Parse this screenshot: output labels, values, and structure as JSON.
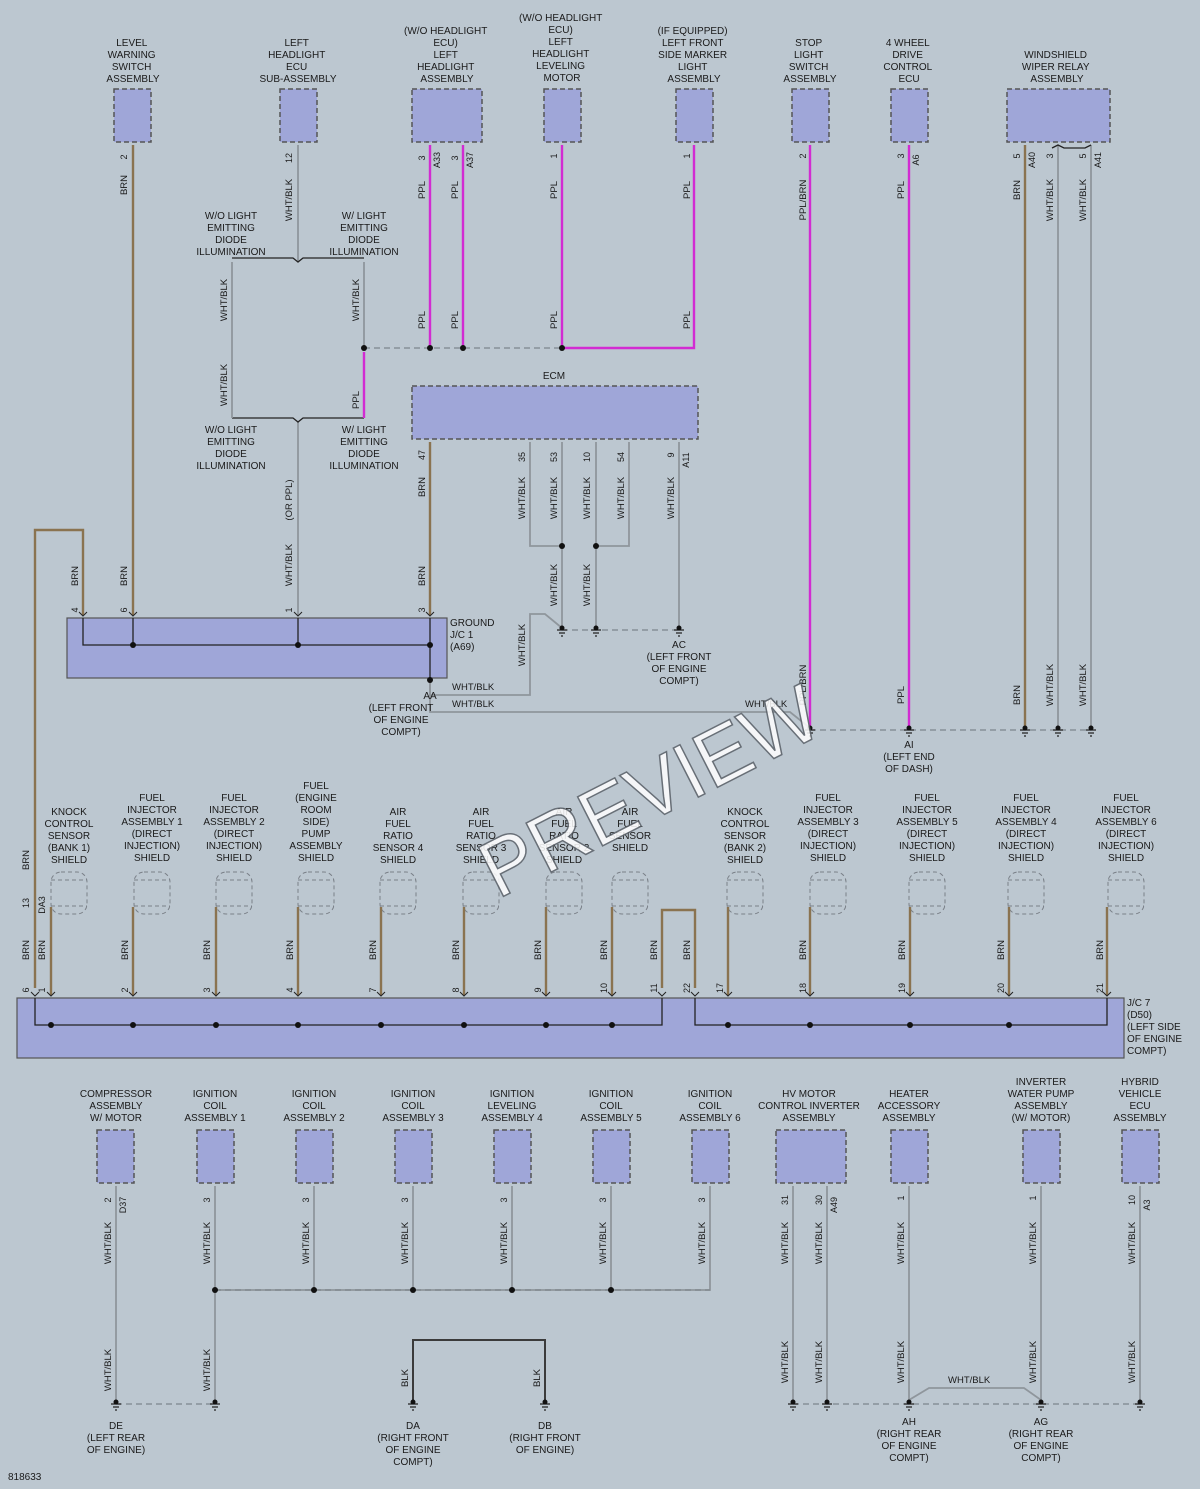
{
  "diagram_id": "818633",
  "watermark": "PREVIEW",
  "top_components": [
    {
      "id": "lvl",
      "lines": [
        "LEVEL",
        "WARNING",
        "SWITCH",
        "ASSEMBLY"
      ]
    },
    {
      "id": "lhecu",
      "lines": [
        "LEFT",
        "HEADLIGHT",
        "ECU",
        "SUB-ASSEMBLY"
      ]
    },
    {
      "id": "lhead",
      "lines": [
        "(W/O HEADLIGHT",
        "ECU)",
        "LEFT",
        "HEADLIGHT",
        "ASSEMBLY"
      ]
    },
    {
      "id": "lhlev",
      "lines": [
        "(W/O HEADLIGHT",
        "ECU)",
        "LEFT",
        "HEADLIGHT",
        "LEVELING",
        "MOTOR"
      ]
    },
    {
      "id": "lsm",
      "lines": [
        "(IF EQUIPPED)",
        "LEFT FRONT",
        "SIDE MARKER",
        "LIGHT",
        "ASSEMBLY"
      ]
    },
    {
      "id": "stop",
      "lines": [
        "STOP",
        "LIGHT",
        "SWITCH",
        "ASSEMBLY"
      ]
    },
    {
      "id": "4wd",
      "lines": [
        "4 WHEEL",
        "DRIVE",
        "CONTROL",
        "ECU"
      ]
    },
    {
      "id": "wiper",
      "lines": [
        "WINDSHIELD",
        "WIPER RELAY",
        "ASSEMBLY"
      ]
    }
  ],
  "ecm_label": "ECM",
  "led_labels": {
    "wo": [
      "W/O LIGHT",
      "EMITTING",
      "DIODE",
      "ILLUMINATION"
    ],
    "w": [
      "W/ LIGHT",
      "EMITTING",
      "DIODE",
      "ILLUMINATION"
    ]
  },
  "or_ppl": "(OR PPL)",
  "jc1_label": [
    "GROUND",
    "J/C 1",
    "(A69)"
  ],
  "jc7_label": [
    "J/C 7",
    "(D50)",
    "(LEFT SIDE",
    "OF ENGINE",
    "COMPT)"
  ],
  "ground_points": [
    {
      "id": "AA",
      "lines": [
        "AA",
        "(LEFT FRONT",
        "OF ENGINE",
        "COMPT)"
      ]
    },
    {
      "id": "AC",
      "lines": [
        "AC",
        "(LEFT FRONT",
        "OF ENGINE",
        "COMPT)"
      ]
    },
    {
      "id": "AI",
      "lines": [
        "AI",
        "(LEFT END",
        "OF DASH)"
      ]
    },
    {
      "id": "DE",
      "lines": [
        "DE",
        "(LEFT REAR",
        "OF ENGINE)"
      ]
    },
    {
      "id": "DA",
      "lines": [
        "DA",
        "(RIGHT FRONT",
        "OF ENGINE",
        "COMPT)"
      ]
    },
    {
      "id": "DB",
      "lines": [
        "DB",
        "(RIGHT FRONT",
        "OF ENGINE)"
      ]
    },
    {
      "id": "AH",
      "lines": [
        "AH",
        "(RIGHT REAR",
        "OF ENGINE",
        "COMPT)"
      ]
    },
    {
      "id": "AG",
      "lines": [
        "AG",
        "(RIGHT REAR",
        "OF ENGINE",
        "COMPT)"
      ]
    }
  ],
  "shields": [
    {
      "lines": [
        "KNOCK",
        "CONTROL",
        "SENSOR",
        "(BANK 1)",
        "SHIELD"
      ]
    },
    {
      "lines": [
        "FUEL",
        "INJECTOR",
        "ASSEMBLY 1",
        "(DIRECT",
        "INJECTION)",
        "SHIELD"
      ]
    },
    {
      "lines": [
        "FUEL",
        "INJECTOR",
        "ASSEMBLY 2",
        "(DIRECT",
        "INJECTION)",
        "SHIELD"
      ]
    },
    {
      "lines": [
        "FUEL",
        "(ENGINE",
        "ROOM",
        "SIDE)",
        "PUMP",
        "ASSEMBLY",
        "SHIELD"
      ]
    },
    {
      "lines": [
        "AIR",
        "FUEL",
        "RATIO",
        "SENSOR 4",
        "SHIELD"
      ]
    },
    {
      "lines": [
        "AIR",
        "FUEL",
        "RATIO",
        "SENSOR 3",
        "SHIELD"
      ]
    },
    {
      "lines": [
        "AIR",
        "FUEL",
        "RATIO",
        "SENSOR 2",
        "SHIELD"
      ]
    },
    {
      "lines": [
        "AIR",
        "FUEL",
        "SENSOR",
        "SHIELD"
      ]
    },
    {
      "lines": [
        "KNOCK",
        "CONTROL",
        "SENSOR",
        "(BANK 2)",
        "SHIELD"
      ]
    },
    {
      "lines": [
        "FUEL",
        "INJECTOR",
        "ASSEMBLY 3",
        "(DIRECT",
        "INJECTION)",
        "SHIELD"
      ]
    },
    {
      "lines": [
        "FUEL",
        "INJECTOR",
        "ASSEMBLY 5",
        "(DIRECT",
        "INJECTION)",
        "SHIELD"
      ]
    },
    {
      "lines": [
        "FUEL",
        "INJECTOR",
        "ASSEMBLY 4",
        "(DIRECT",
        "INJECTION)",
        "SHIELD"
      ]
    },
    {
      "lines": [
        "FUEL",
        "INJECTOR",
        "ASSEMBLY 6",
        "(DIRECT",
        "INJECTION)",
        "SHIELD"
      ]
    }
  ],
  "bottom_components": [
    {
      "lines": [
        "COMPRESSOR",
        "ASSEMBLY",
        "W/ MOTOR"
      ]
    },
    {
      "lines": [
        "IGNITION",
        "COIL",
        "ASSEMBLY 1"
      ]
    },
    {
      "lines": [
        "IGNITION",
        "COIL",
        "ASSEMBLY 2"
      ]
    },
    {
      "lines": [
        "IGNITION",
        "COIL",
        "ASSEMBLY 3"
      ]
    },
    {
      "lines": [
        "IGNITION",
        "LEVELING",
        "ASSEMBLY 4"
      ]
    },
    {
      "lines": [
        "IGNITION",
        "COIL",
        "ASSEMBLY 5"
      ]
    },
    {
      "lines": [
        "IGNITION",
        "COIL",
        "ASSEMBLY 6"
      ]
    },
    {
      "lines": [
        "HV MOTOR",
        "CONTROL INVERTER",
        "ASSEMBLY"
      ]
    },
    {
      "lines": [
        "HEATER",
        "ACCESSORY",
        "ASSEMBLY"
      ]
    },
    {
      "lines": [
        "INVERTER",
        "WATER PUMP",
        "ASSEMBLY",
        "(W/ MOTOR)"
      ]
    },
    {
      "lines": [
        "HYBRID",
        "VEHICLE",
        "ECU",
        "ASSEMBLY"
      ]
    }
  ],
  "wire_colors": {
    "brn": "BRN",
    "wht": "WHT/BLK",
    "ppl": "PPL",
    "pplbrn": "PPL/BRN",
    "blk": "BLK"
  },
  "connectors": {
    "a33": "A33",
    "a37": "A37",
    "a6": "A6",
    "a40": "A40",
    "a41": "A41",
    "a11": "A11",
    "a69": "A69",
    "d37": "D37",
    "a49": "A49",
    "a3": "A3",
    "da3": "DA3"
  },
  "colors": {
    "component": "#9fa6d8",
    "background": "#bcc7d0",
    "brn": "#8a7350",
    "ppl": "#d22bd2",
    "wht": "#8f969c"
  }
}
